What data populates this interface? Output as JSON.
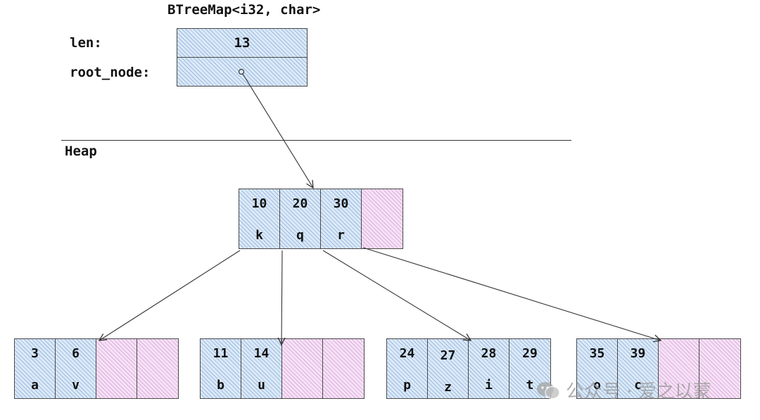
{
  "struct": {
    "title": "BTreeMap<i32, char>",
    "len_label": "len:",
    "len_value": "13",
    "root_label": "root_node:"
  },
  "heap_label": "Heap",
  "root": {
    "entries": [
      {
        "key": "10",
        "val": "k"
      },
      {
        "key": "20",
        "val": "q"
      },
      {
        "key": "30",
        "val": "r"
      }
    ]
  },
  "children": [
    {
      "entries": [
        {
          "key": "3",
          "val": "a"
        },
        {
          "key": "6",
          "val": "v"
        }
      ]
    },
    {
      "entries": [
        {
          "key": "11",
          "val": "b"
        },
        {
          "key": "14",
          "val": "u"
        }
      ]
    },
    {
      "entries": [
        {
          "key": "24",
          "val": "p"
        },
        {
          "key": "27",
          "val": "z"
        },
        {
          "key": "28",
          "val": "i"
        },
        {
          "key": "29",
          "val": "t"
        }
      ]
    },
    {
      "entries": [
        {
          "key": "35",
          "val": "o"
        },
        {
          "key": "39",
          "val": "c"
        }
      ]
    }
  ],
  "watermark": "公众号 · 爱之以蒙",
  "colors": {
    "filled_cell": "#dbe9f8",
    "empty_cell": "#f6e2f6",
    "line": "#333333"
  }
}
